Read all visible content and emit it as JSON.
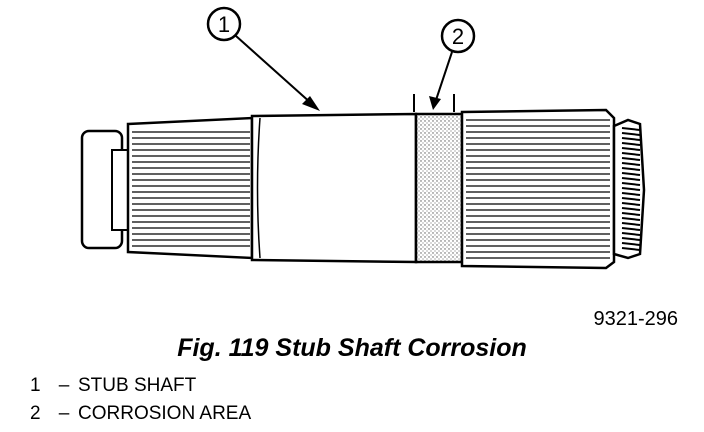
{
  "figure": {
    "callouts": [
      {
        "number": "1",
        "label": "STUB SHAFT"
      },
      {
        "number": "2",
        "label": "CORROSION AREA"
      }
    ],
    "figure_code": "9321-296",
    "caption": "Fig. 119 Stub Shaft Corrosion"
  },
  "colors": {
    "ink": "#000000",
    "paper": "#ffffff",
    "corrosion_stipple": "#555555"
  }
}
